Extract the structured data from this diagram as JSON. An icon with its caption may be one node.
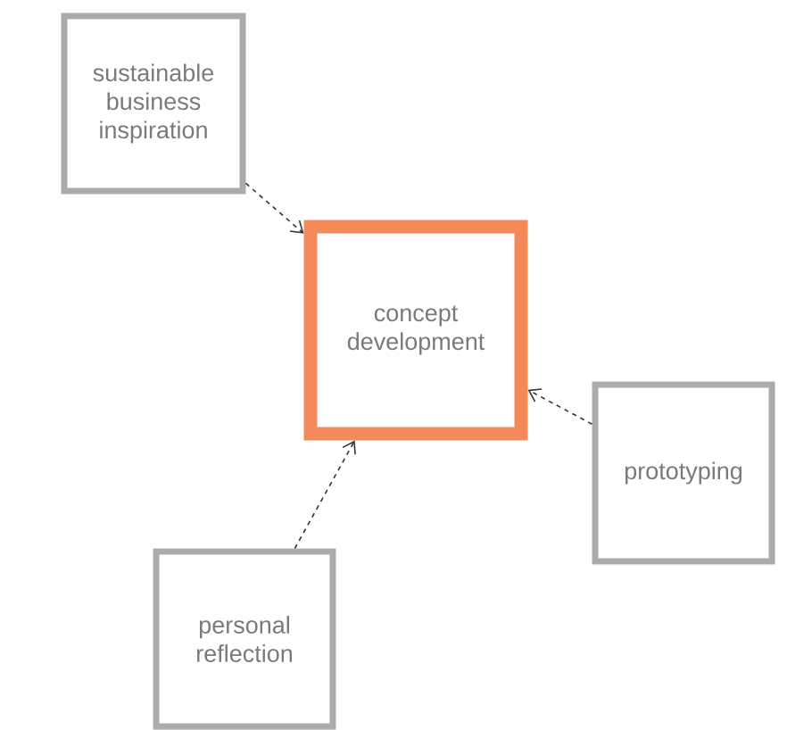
{
  "diagram": {
    "nodes": [
      {
        "text": [
          "sustainable business inspiration"
        ]
      },
      {
        "text": [
          "concept development"
        ]
      },
      {
        "text": [
          "prototyping"
        ]
      },
      {
        "text": [
          "personal reflection"
        ]
      }
    ],
    "edges": [
      {
        "from": 0,
        "to": 1,
        "arrow": "to",
        "style": "dashed"
      },
      {
        "from": 2,
        "to": 1,
        "arrow": "to",
        "style": "dashed"
      },
      {
        "from": 3,
        "to": 1,
        "arrow": "to",
        "style": "dashed"
      }
    ]
  }
}
